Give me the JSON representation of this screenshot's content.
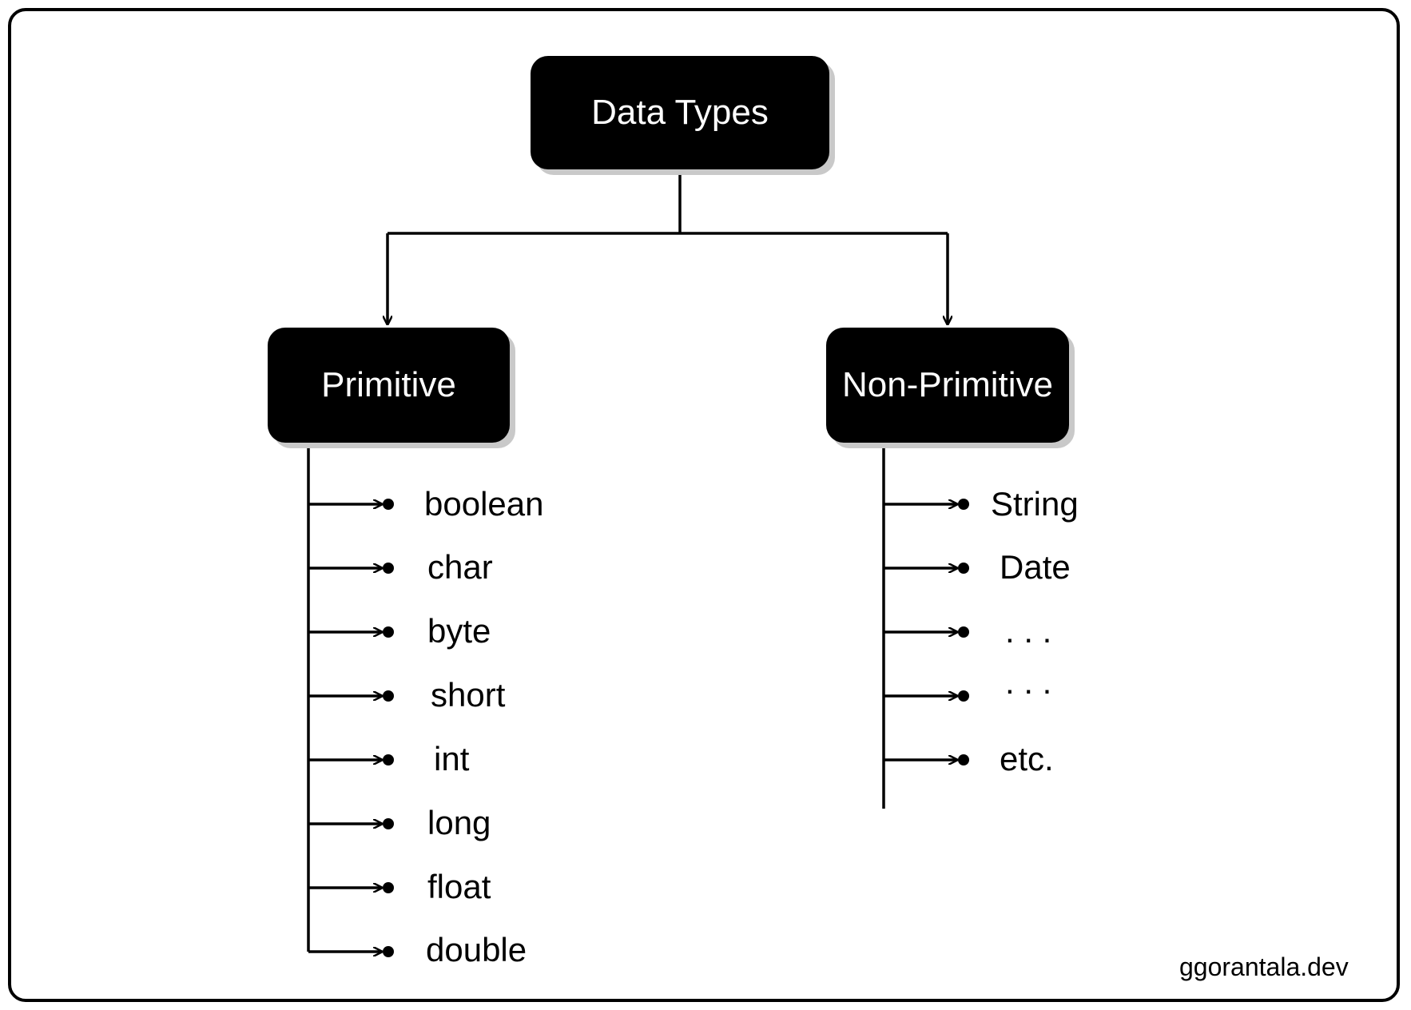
{
  "root": {
    "label": "Data Types"
  },
  "primitive": {
    "label": "Primitive",
    "items": [
      "boolean",
      "char",
      "byte",
      "short",
      "int",
      "long",
      "float",
      "double"
    ]
  },
  "non_primitive": {
    "label": "Non-Primitive",
    "items": [
      "String",
      "Date",
      ". . .",
      ". . .",
      "etc."
    ]
  },
  "credit": "ggorantala.dev"
}
